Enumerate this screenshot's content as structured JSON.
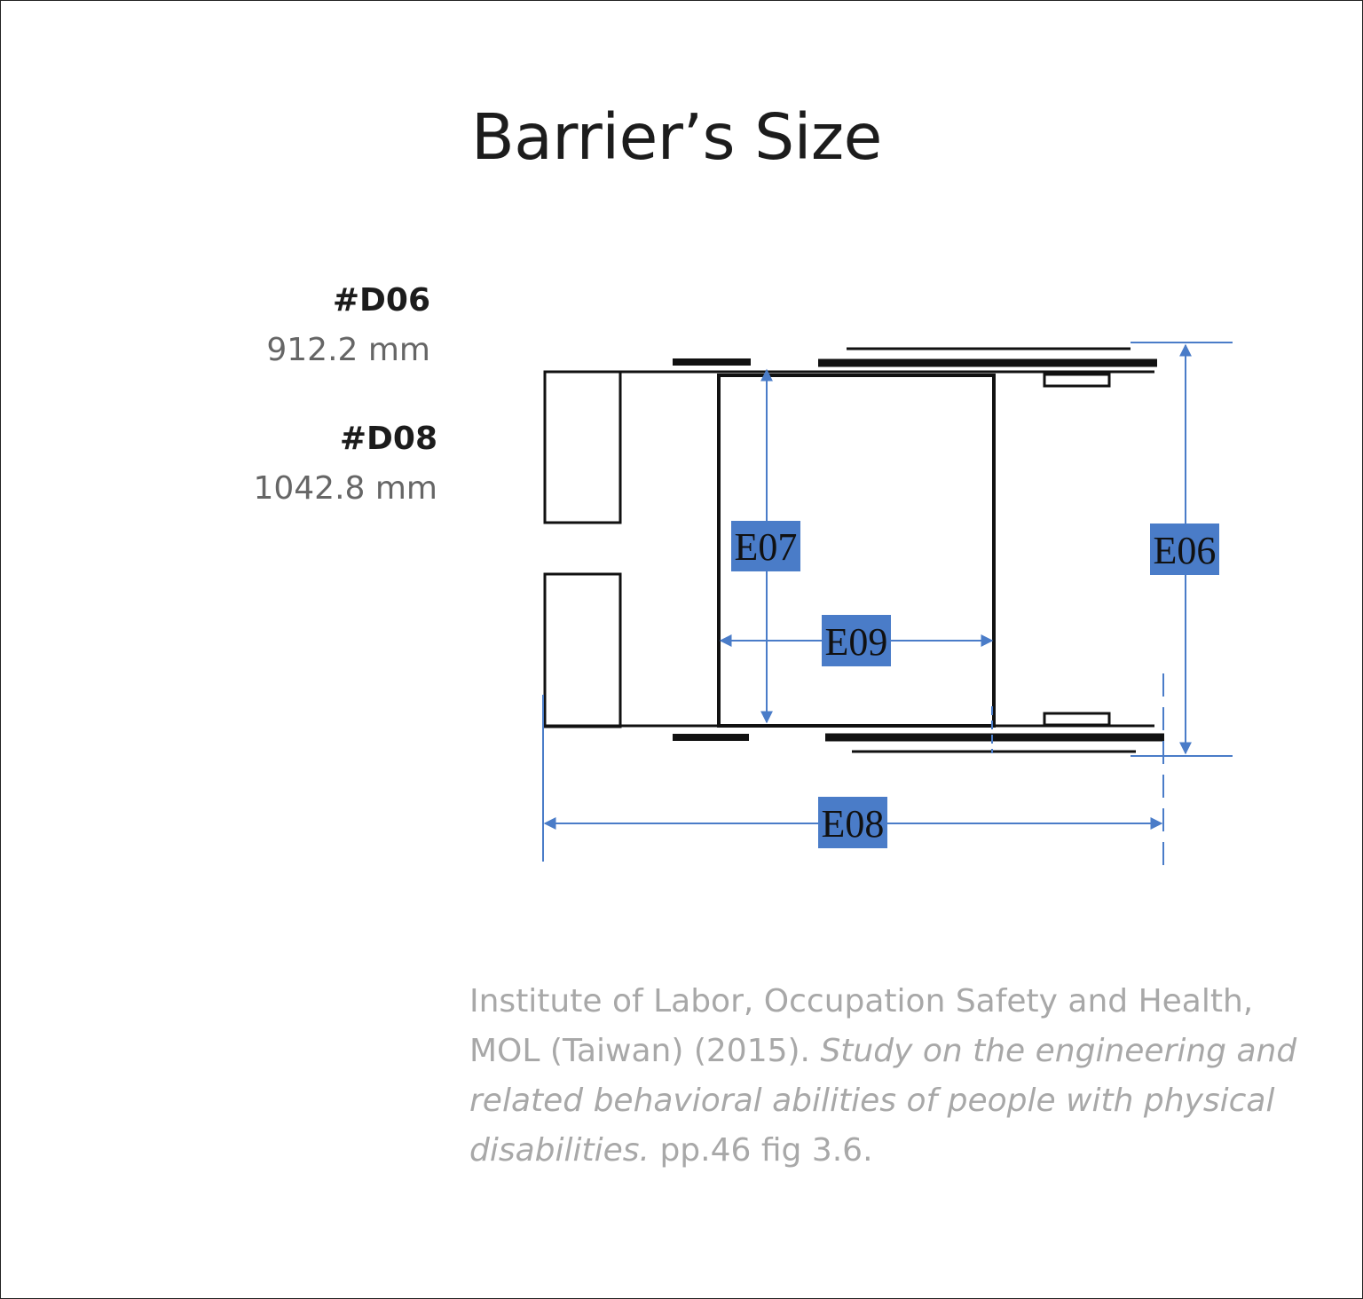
{
  "title": "Barrier’s Size",
  "measurements": [
    {
      "code": "#D06",
      "value": "912.2 mm"
    },
    {
      "code": "#D08",
      "value": "1042.8 mm"
    }
  ],
  "diagram": {
    "labels": {
      "e06": "E06",
      "e07": "E07",
      "e08": "E08",
      "e09": "E09"
    },
    "colors": {
      "outline": "#111111",
      "dimension": "#4a7cc8"
    }
  },
  "citation": {
    "prefix": "Institute of Labor, Occupation Safety and Health, MOL (Taiwan) (2015). ",
    "title": "Study on the engineering and related behavioral abilities of people with physical disabilities.",
    "suffix": " pp.46 fig 3.6."
  }
}
